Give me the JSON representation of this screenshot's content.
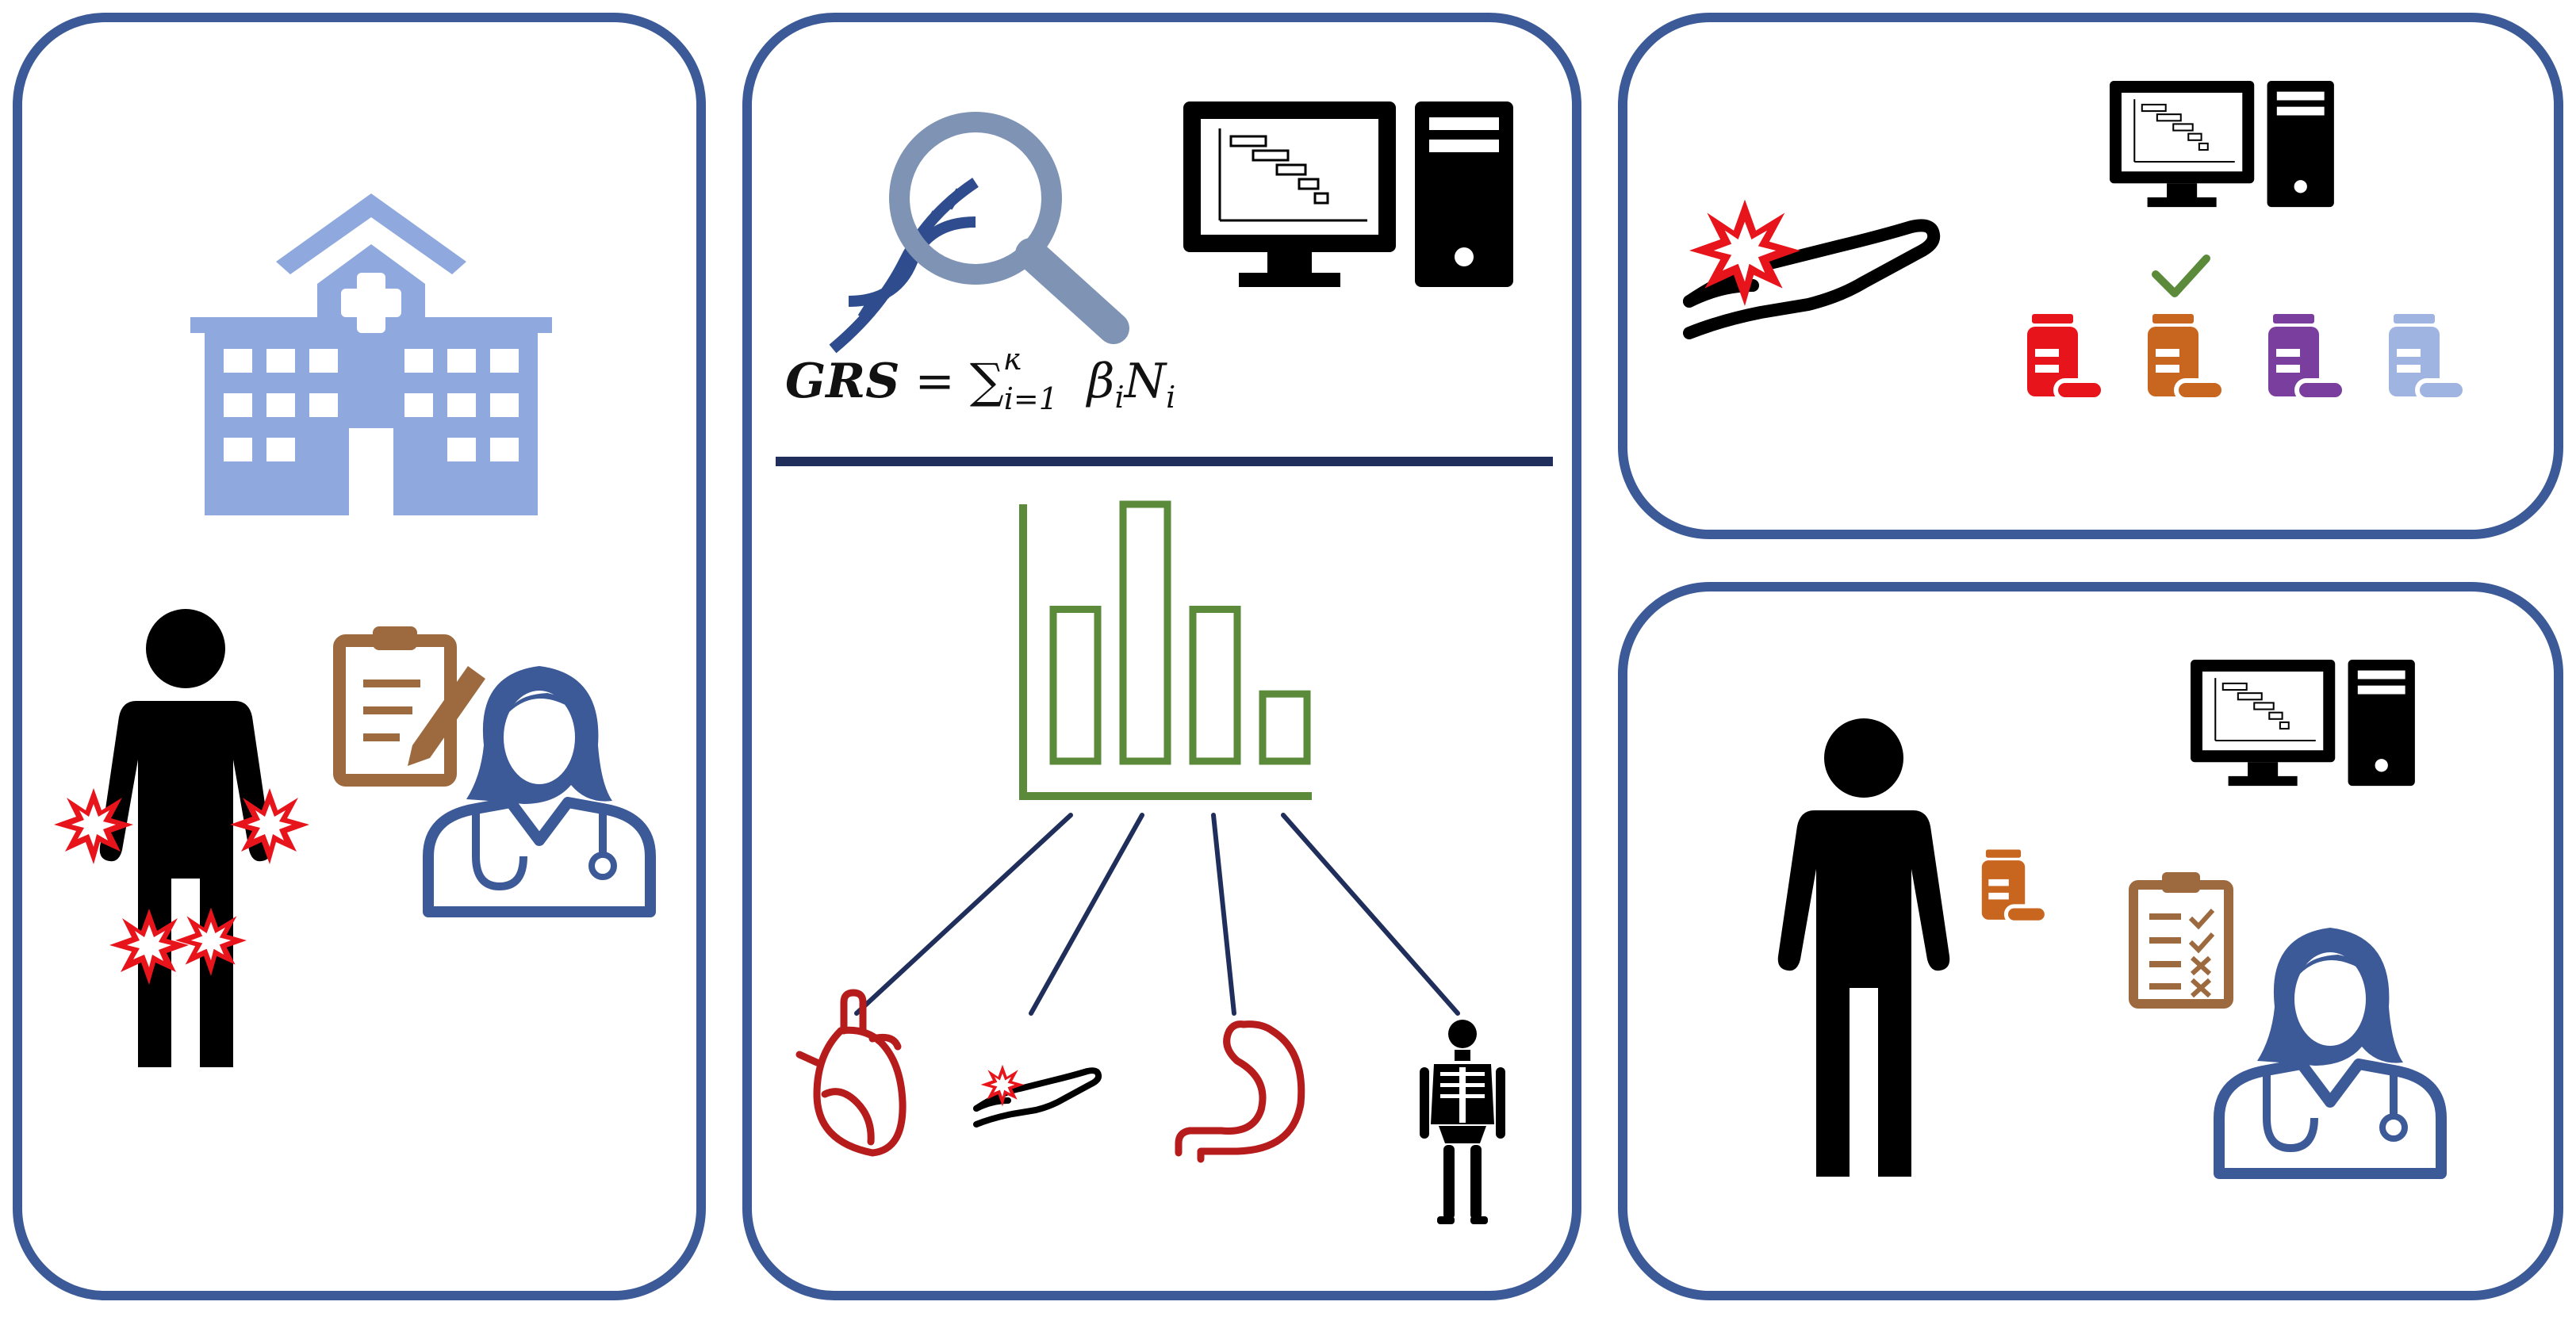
{
  "formula": {
    "lhs": "GRS",
    "equals": "=",
    "sum": "∑",
    "sum_sub": "i=1",
    "sum_sup": "k",
    "term_beta": "β",
    "term_beta_sub": "i",
    "term_n": "N",
    "term_n_sub": "i"
  },
  "colors": {
    "panel_border": "#3D5A98",
    "hospital": "#8FA9DE",
    "pain": "#E8141B",
    "clipboard": "#9C6A3E",
    "doctor": "#3D5A98",
    "chart": "#5A8A3A",
    "organs": "#B71C1C",
    "pill_red": "#E8141B",
    "pill_orange": "#C8651E",
    "pill_purple": "#7A3E9E",
    "pill_light": "#9FB4E0",
    "check": "#5A8A3A"
  },
  "chart_data": {
    "type": "bar",
    "categories": [
      "",
      "",
      "",
      ""
    ],
    "values": [
      0.64,
      1.0,
      0.64,
      0.35
    ],
    "title": "",
    "xlabel": "",
    "ylabel": "",
    "ylim": [
      0,
      1
    ]
  },
  "icons": [
    "hospital-icon",
    "patient-icon",
    "clipboard-icon",
    "doctor-icon",
    "dna-magnifier-icon",
    "computer-icon",
    "heart-icon",
    "hand-pain-icon",
    "stomach-icon",
    "skeleton-icon",
    "pill-bottle-icon",
    "checkmark-icon",
    "checklist-icon"
  ]
}
